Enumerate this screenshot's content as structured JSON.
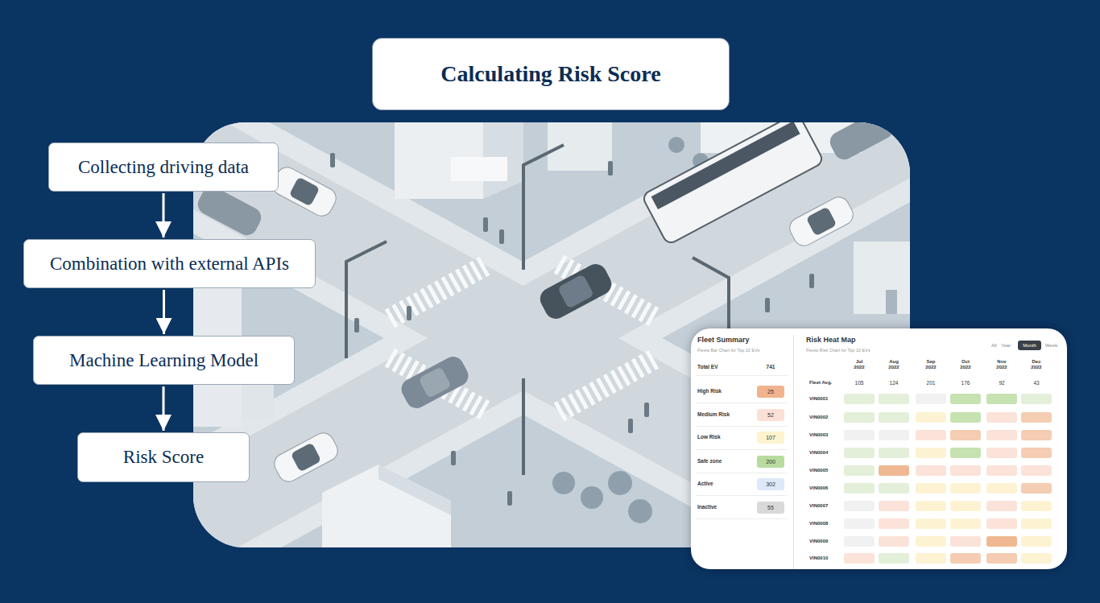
{
  "diagram": {
    "title": "Calculating Risk Score",
    "nodes": [
      {
        "text": [
          "Collecting driving data"
        ]
      },
      {
        "text": [
          "Combination with external APIs"
        ]
      },
      {
        "text": [
          "Machine Learning Model"
        ]
      },
      {
        "text": [
          "Risk Score"
        ]
      },
      {
        "text": [
          "25"
        ]
      },
      {
        "text": [
          "52"
        ]
      },
      {
        "text": [
          "107"
        ]
      },
      {
        "text": [
          "200"
        ]
      },
      {
        "text": [
          "302"
        ]
      },
      {
        "text": [
          "55"
        ]
      },
      {
        "text": [
          "Month"
        ]
      }
    ],
    "edges": [
      {
        "from": 0,
        "to": 1,
        "arrow": "to"
      },
      {
        "from": 1,
        "to": 2,
        "arrow": "to"
      },
      {
        "from": 2,
        "to": 3,
        "arrow": "to"
      }
    ],
    "labels": [
      "Fleet Summary",
      "Fleets Bar Chart for Top 10 EVs",
      "Total EV",
      "741",
      "High Risk",
      "Medium Risk",
      "Low Risk",
      "Safe zone",
      "Active",
      "Inactive",
      "Risk Heat Map",
      "Fleets Risk Chart for Top 10 EVs",
      "All",
      "Year",
      "Week",
      "Jul 2022",
      "Aug 2022",
      "Sep 2022",
      "Oct 2022",
      "Nov 2022",
      "Dec 2022",
      "Fleet Avg.",
      "105",
      "124",
      "201",
      "176",
      "92",
      "43",
      "VIN0001",
      "VIN0002",
      "VIN0003",
      "VIN0004",
      "VIN0005",
      "VIN0006",
      "VIN0007",
      "VIN0008",
      "VIN0009",
      "VIN0010"
    ]
  }
}
